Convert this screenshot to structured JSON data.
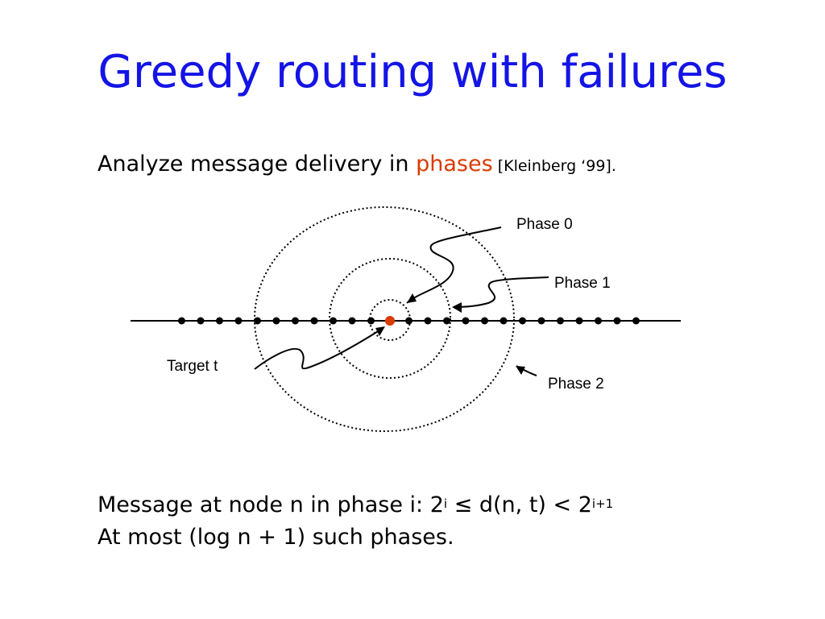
{
  "slide": {
    "title": "Greedy routing with failures",
    "subtitle": {
      "prefix": "Analyze message delivery in ",
      "highlight": "phases",
      "citation": " [Kleinberg ‘99]."
    },
    "diagram": {
      "labels": {
        "phase0": "Phase 0",
        "phase1": "Phase 1",
        "phase2": "Phase 2",
        "target": "Target t"
      }
    },
    "bottom": {
      "line1_a": "Message at node n in phase i: 2",
      "line1_sup1": "i",
      "line1_b": " ≤  d(n, t) < 2",
      "line1_sup2": "i+1",
      "line2": "At most (log n + 1) such phases."
    }
  },
  "colors": {
    "title": "#1414e6",
    "highlight": "#d93a00",
    "target_node": "#d93a00"
  }
}
